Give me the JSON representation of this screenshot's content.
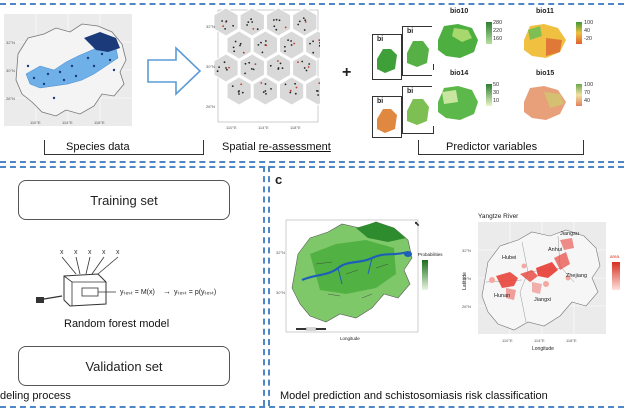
{
  "top": {
    "panel1_caption": "Species data",
    "panel2_caption_prefix": "Spatial ",
    "panel2_caption_link": "re-assessment",
    "plus_sign": "+",
    "panel3_caption": "Predictor variables",
    "bio_tiles": [
      {
        "title": "bio10",
        "legend": [
          "280",
          "220",
          "160"
        ]
      },
      {
        "title": "bio11",
        "legend": [
          "100",
          "40",
          "-20"
        ]
      },
      {
        "title": "bio14",
        "legend": [
          "50",
          "30",
          "10"
        ]
      },
      {
        "title": "bio15",
        "legend": [
          "100",
          "70",
          "40"
        ]
      }
    ],
    "stacked_titles": [
      "bi",
      "bi",
      "bi",
      "bi"
    ]
  },
  "left": {
    "training_label": "Training set",
    "validation_label": "Validation set",
    "rf_label": "Random forest model",
    "formula1": "yₜₑₛₜ = M(x)",
    "formula2": "yₜₑₛₜ = p(yₜₑₛₜ)",
    "modeling_caption": "deling process",
    "x_letters": [
      "x",
      "x",
      "x",
      "x",
      "x"
    ]
  },
  "right": {
    "panel_letter": "c",
    "map2_title": "Yangtze River",
    "map1_legend_title": "Probabilities",
    "map2_legend_title": "area",
    "provinces": [
      "Jiangsu",
      "Anhui",
      "Hubei",
      "Zhejiang",
      "Hunan",
      "Jiangxi"
    ],
    "map1_xlabel": "Longitude",
    "map2_xlabel": "Longitude",
    "map2_ylabel": "Latitude",
    "caption": "Model prediction and schistosomiasis risk classification"
  },
  "colors": {
    "divider": "#4f86c6",
    "green_dark": "#2e8b2e",
    "green_light": "#b8e0a0",
    "blue_points": "#1a3a7a",
    "light_blue": "#6fb0e8",
    "risk_red": "#e8453c"
  }
}
